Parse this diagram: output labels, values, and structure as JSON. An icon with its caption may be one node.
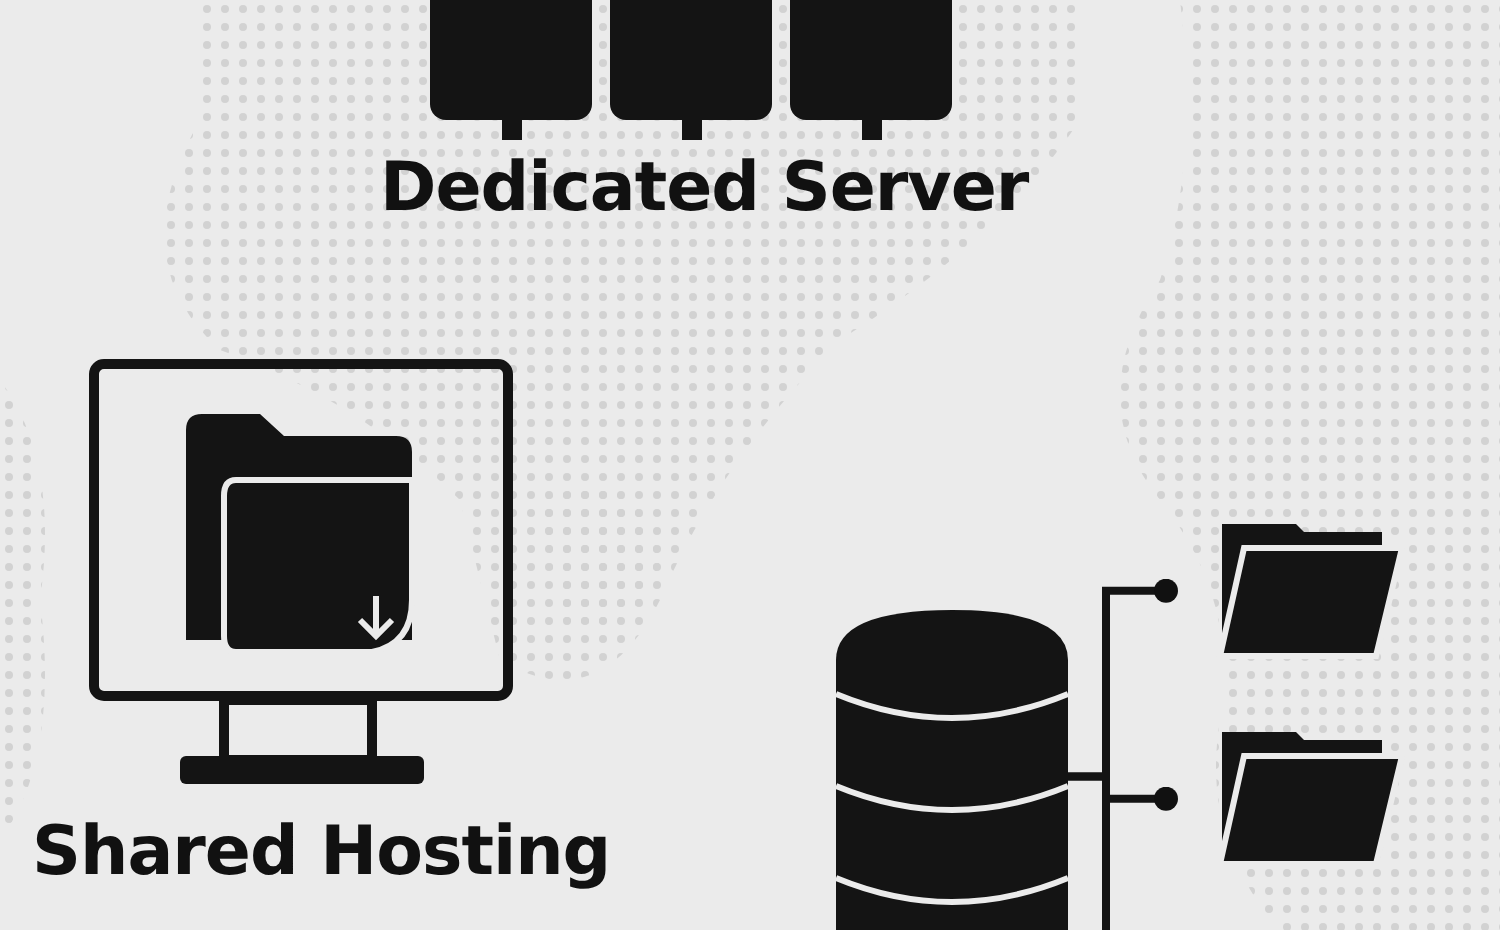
{
  "diagram": {
    "nodes": [
      {
        "text": [],
        "shape": "cylinder"
      },
      {
        "text": [],
        "shape": "folder"
      },
      {
        "text": [],
        "shape": "folder"
      }
    ],
    "edges": [
      {
        "from": 0,
        "to": 1,
        "arrow": "other"
      },
      {
        "from": 0,
        "to": 2,
        "arrow": "other"
      }
    ],
    "labels": [
      "Dedicated Server",
      "Shared Hosting"
    ]
  }
}
